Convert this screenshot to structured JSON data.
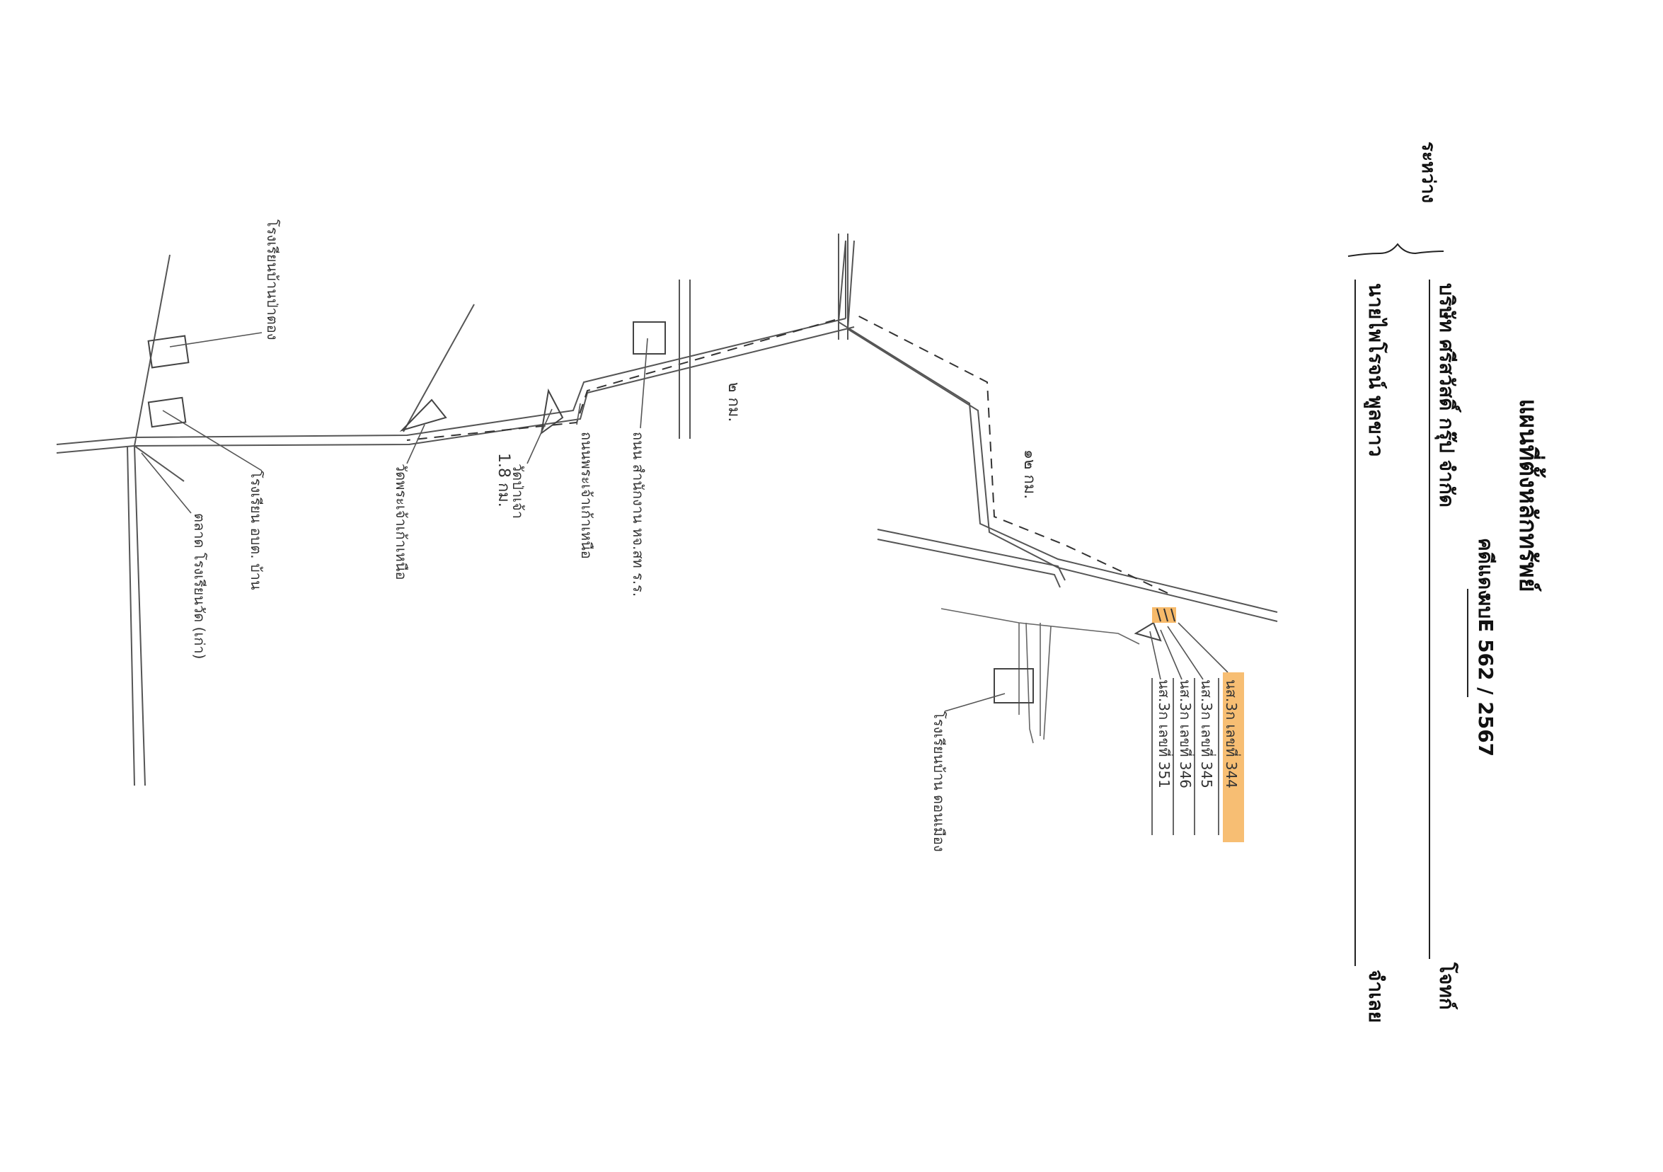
{
  "header": {
    "title": "แผนที่ตั้งหลักทรัพย์",
    "case_label": "คดีแดง",
    "case_number": "ผบE 562 / 2567",
    "between_label": "ระหว่าง",
    "plaintiff_name": "บริษัท ศรีสวัสดิ์ กรุ๊ป จำกัด",
    "plaintiff_role": "โจทก์",
    "defendant_name": "นายไพโรจน์ พูลขาว",
    "defendant_role": "จำเลย"
  },
  "map": {
    "distances": {
      "segment_a": "๒ กม.",
      "segment_b": "๑๒ กม.",
      "segment_c": "1.8 กม."
    },
    "places": {
      "school_a": "โรงเรียนบ้านป่าตอง",
      "office": "โรงเรียน อบต. บ้าน",
      "market": "ตลาด โรงเรียนวัด (เก่า)",
      "temple_a": "วัดพระเจ้าเก้าเหนือ",
      "temple_b": "วัดป่าเจ้า",
      "road_a": "ถนนพระเจ้าเก้าเหนือ",
      "junction": "ถนน สำนักงาน หจ.สท ร.ร.",
      "school_b": "โรงเรียนบ้าน ดอนเมือง"
    },
    "parcels": {
      "highlighted": "นส.3ก เลขที่ 344",
      "p2": "นส.3ก เลขที่ 345",
      "p3": "นส.3ก เลขที่ 346",
      "p4": "นส.3ก เลขที่ 351"
    },
    "highlight_color": "#f6b35a"
  }
}
